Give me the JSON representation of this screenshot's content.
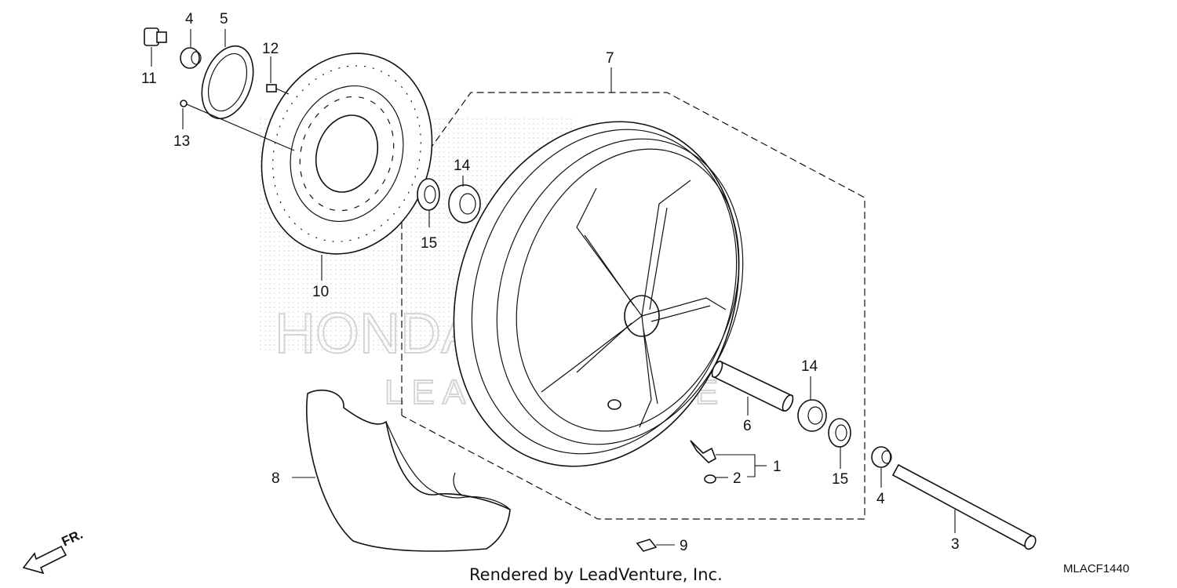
{
  "diagram": {
    "callouts": [
      {
        "id": "c1",
        "text": "1"
      },
      {
        "id": "c2",
        "text": "2"
      },
      {
        "id": "c3",
        "text": "3"
      },
      {
        "id": "c4a",
        "text": "4"
      },
      {
        "id": "c4b",
        "text": "4"
      },
      {
        "id": "c5",
        "text": "5"
      },
      {
        "id": "c6",
        "text": "6"
      },
      {
        "id": "c7",
        "text": "7"
      },
      {
        "id": "c8",
        "text": "8"
      },
      {
        "id": "c9",
        "text": "9"
      },
      {
        "id": "c10",
        "text": "10"
      },
      {
        "id": "c11",
        "text": "11"
      },
      {
        "id": "c12",
        "text": "12"
      },
      {
        "id": "c13",
        "text": "13"
      },
      {
        "id": "c14a",
        "text": "14"
      },
      {
        "id": "c14b",
        "text": "14"
      },
      {
        "id": "c15a",
        "text": "15"
      },
      {
        "id": "c15b",
        "text": "15"
      }
    ],
    "direction_label": "FR.",
    "footer": "Rendered by LeadVenture, Inc.",
    "diagram_code": "MLACF1440",
    "watermark": {
      "brand": "HONDA",
      "text": "LEADVENTURE"
    }
  }
}
